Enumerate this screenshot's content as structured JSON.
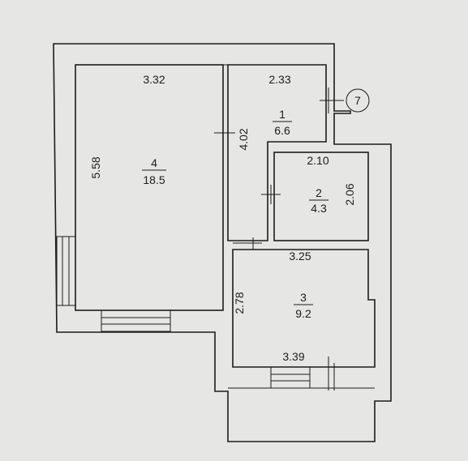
{
  "plan": {
    "marker": "7",
    "rooms": [
      {
        "number": "4",
        "area": "18.5",
        "width": "3.32",
        "height": "5.58"
      },
      {
        "number": "1",
        "area": "6.6",
        "width": "2.33",
        "height": "4.02"
      },
      {
        "number": "2",
        "area": "4.3",
        "width": "2.10",
        "height": "2.06"
      },
      {
        "number": "3",
        "area": "9.2",
        "width": "3.25",
        "height": "2.78",
        "width_bottom": "3.39"
      }
    ]
  }
}
